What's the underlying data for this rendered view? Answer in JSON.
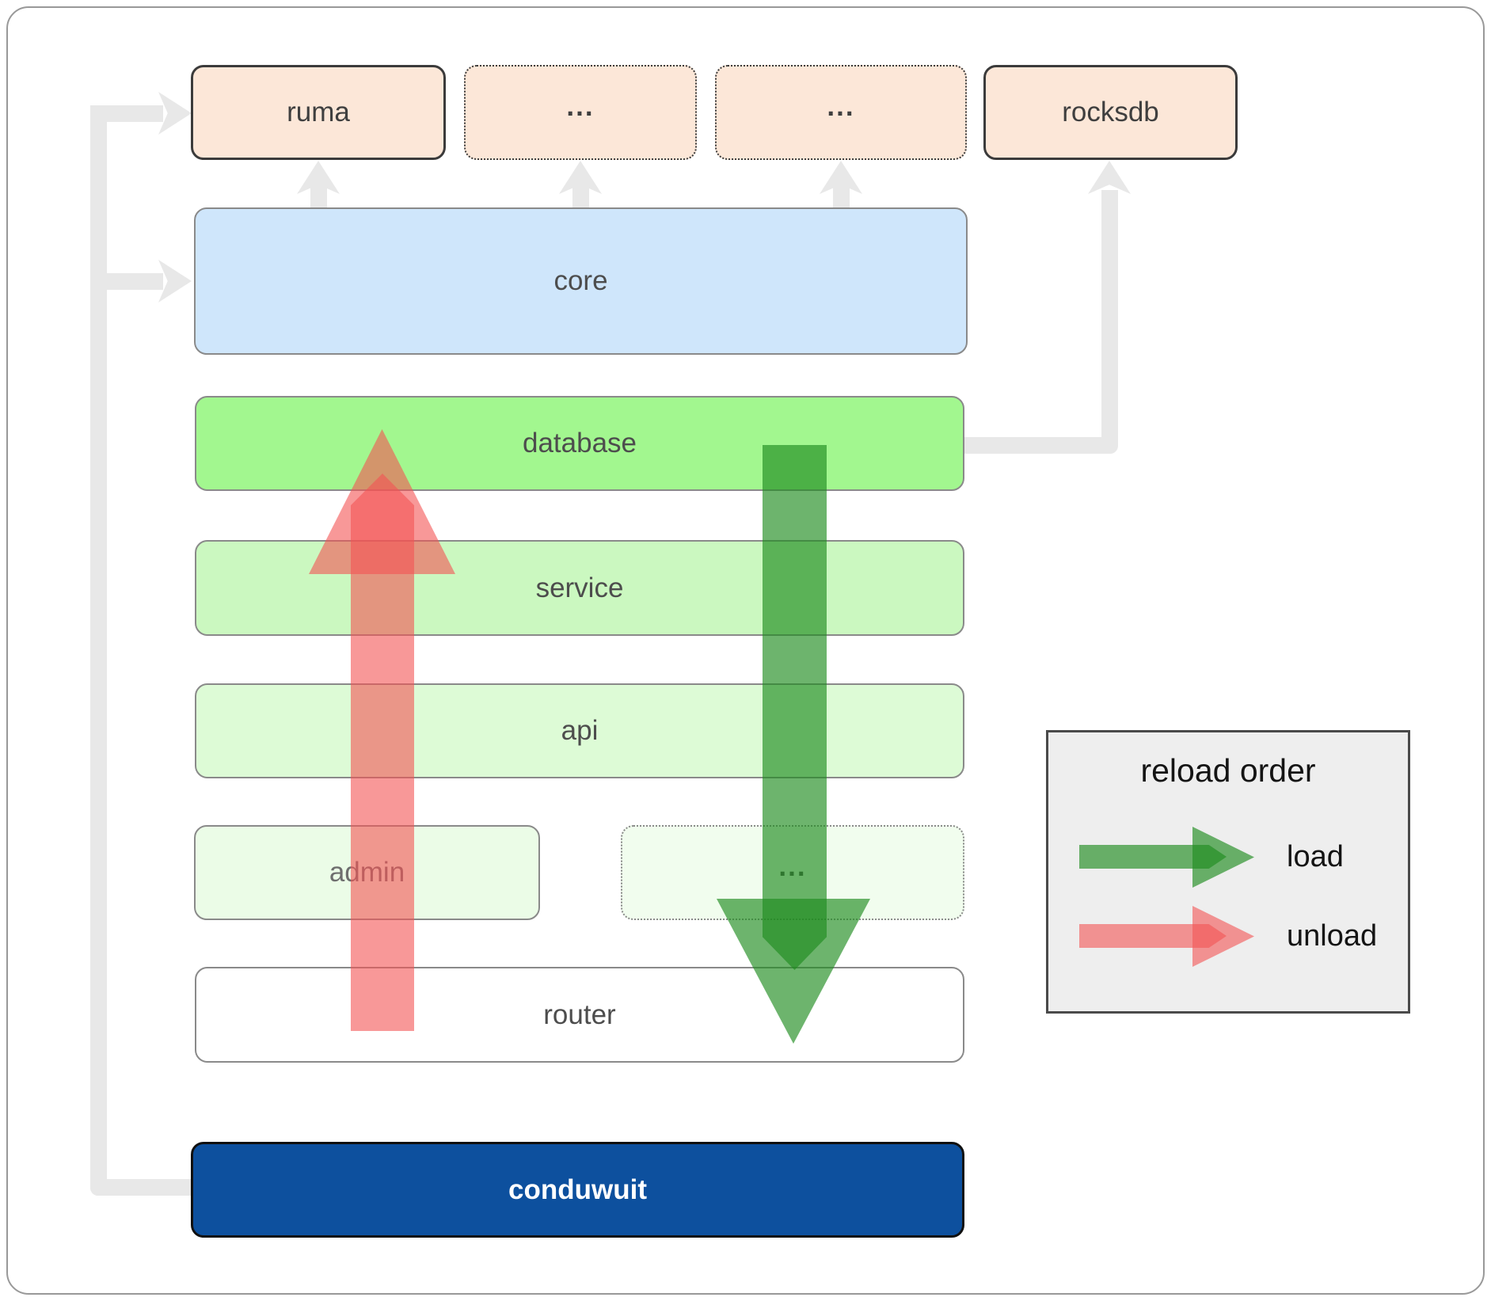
{
  "boxes": {
    "ruma": "ruma",
    "ellipsis_top_left": "...",
    "ellipsis_top_right": "...",
    "rocksdb": "rocksdb",
    "core": "core",
    "database": "database",
    "service": "service",
    "api": "api",
    "admin": "admin",
    "ellipsis_admin_row": "...",
    "router": "router",
    "conduwuit": "conduwuit"
  },
  "legend": {
    "title": "reload order",
    "items": [
      {
        "label": "load",
        "color": "#2a8c2a"
      },
      {
        "label": "unload",
        "color": "#f35454"
      }
    ]
  },
  "colors": {
    "page-bg": "#ffffff",
    "frame-border": "#999999",
    "connector": "#e8e8e8",
    "box-text": "#4d4d4d",
    "admin-text": "#6e6e6e",
    "top-box-fill": "#fce7d8",
    "top-box-border": "#3b3b3b",
    "core-fill": "#cfe6fb",
    "database-fill": "#a2f78f",
    "service-fill": "#cbf8c0",
    "api-fill": "#ddfbd6",
    "admin-fill": "#ebfce7",
    "ellipsis-mid-fill": "#f1fdee",
    "router-fill": "#ffffff",
    "conduwuit-fill": "#0d509e",
    "conduwuit-text": "#ffffff",
    "mid-box-border": "#8a8a8a",
    "legend-bg": "#eeeeee",
    "legend-border": "#4a4a4a",
    "legend-text": "#141414",
    "load-arrow": "rgba(30,140,30,0.65)",
    "unload-arrow": "rgba(243,84,84,0.6)"
  }
}
